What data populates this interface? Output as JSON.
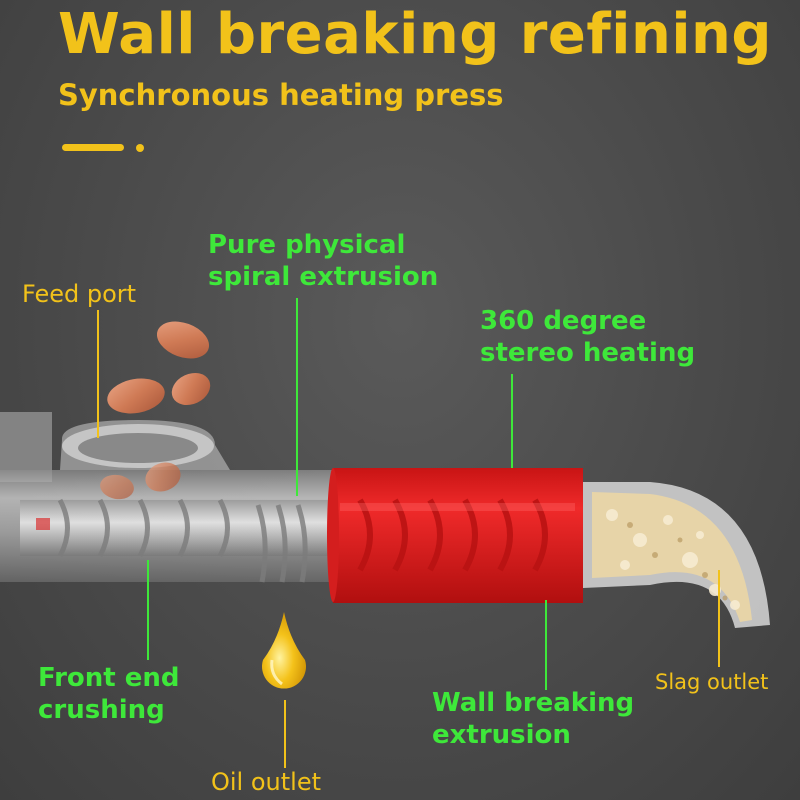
{
  "header": {
    "title": "Wall breaking refining",
    "subtitle": "Synchronous heating press"
  },
  "labels": {
    "feed_port": "Feed port",
    "spiral_extrusion_line1": "Pure physical",
    "spiral_extrusion_line2": "spiral extrusion",
    "stereo_heating_line1": "360 degree",
    "stereo_heating_line2": "stereo heating",
    "front_end_crushing_line1": "Front end",
    "front_end_crushing_line2": "crushing",
    "wall_breaking_extrusion_line1": "Wall breaking",
    "wall_breaking_extrusion_line2": "extrusion",
    "slag_outlet": "Slag outlet",
    "oil_outlet": "Oil outlet"
  },
  "colors": {
    "title": "#f2c21a",
    "callout_green": "#3ee83a",
    "callout_yellow": "#f2c21a",
    "heater": "#e31b1b",
    "barrel": "#bdbdbd",
    "oil": "#f0b400"
  }
}
